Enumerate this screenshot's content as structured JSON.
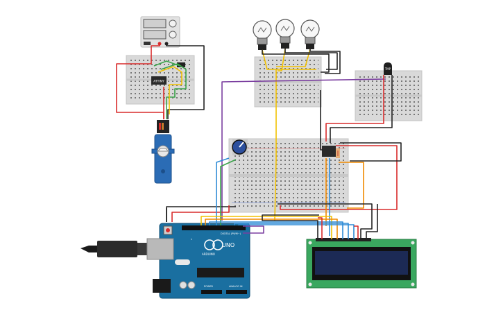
{
  "labels": {
    "attiny": "ATTINY",
    "uno": "UNO",
    "arduino": "ARDUINO",
    "digital": "DIGITAL (PWM~)",
    "analog": "ANALOG IN",
    "power": "POWER",
    "tmp": "TMP",
    "l_led": "L"
  },
  "colors": {
    "breadboard": "#d9d9d9",
    "arduino": "#1a6fa0",
    "lcd_pcb": "#3aa75f",
    "lcd_screen": "#1c2a55",
    "servo": "#2b6cb5",
    "wire_red": "#d92b2b",
    "wire_black": "#222222",
    "wire_yellow": "#f2c100",
    "wire_green": "#3aa34a",
    "wire_purple": "#7b3fa0",
    "wire_blue": "#2e8bd6",
    "wire_orange": "#f08a00"
  }
}
